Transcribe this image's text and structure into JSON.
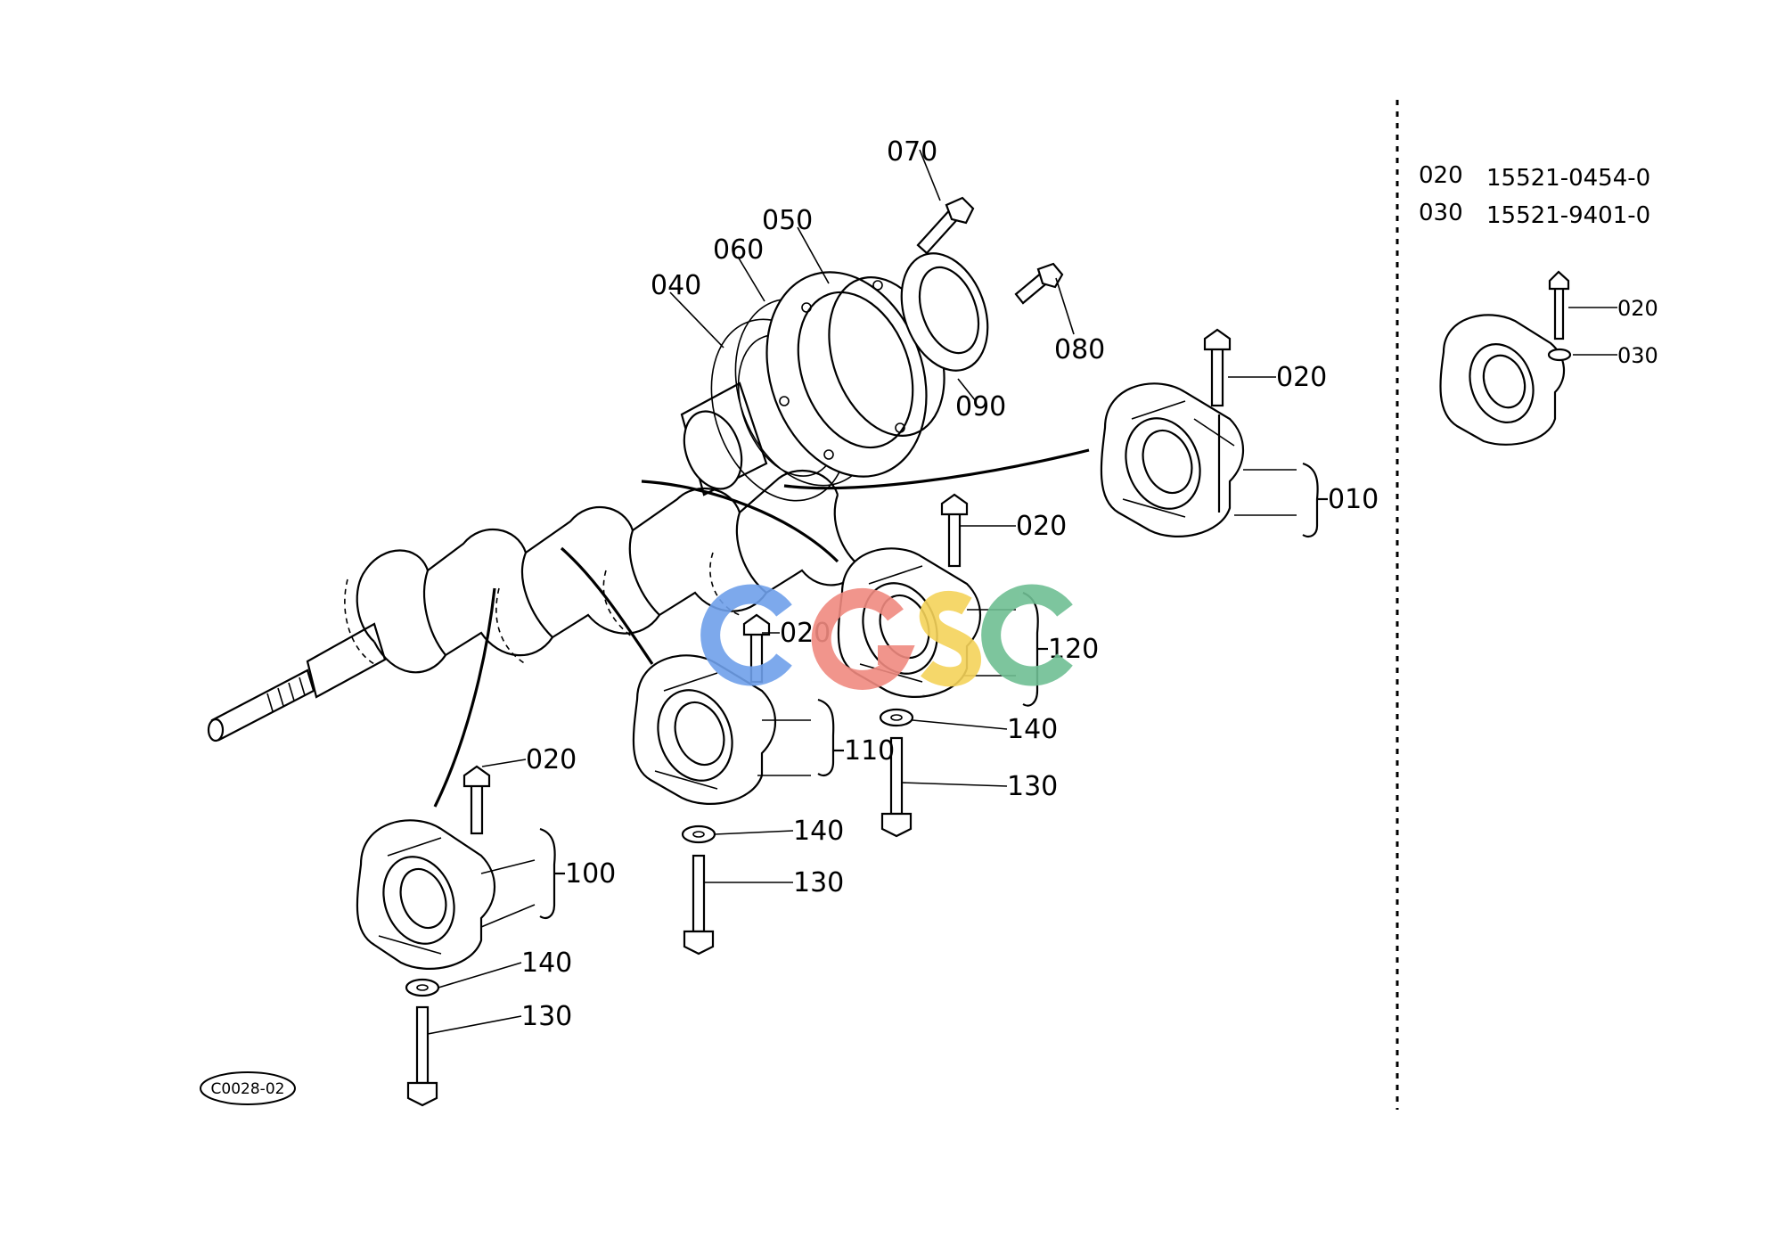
{
  "diagram_code": "C0028-02",
  "watermark": "CGSC",
  "watermark_colors": [
    "#6fa0ea",
    "#f08a80",
    "#f5d35a",
    "#6fbf93"
  ],
  "labels": {
    "p010": "010",
    "p020_main": "020",
    "p020_b": "020",
    "p020_c": "020",
    "p020_d": "020",
    "p040": "040",
    "p050": "050",
    "p060": "060",
    "p070": "070",
    "p080": "080",
    "p090": "090",
    "p100": "100",
    "p110": "110",
    "p120": "120",
    "p130_a": "130",
    "p130_b": "130",
    "p130_c": "130",
    "p140_a": "140",
    "p140_b": "140",
    "p140_c": "140",
    "inset_020": "020",
    "inset_030": "030"
  },
  "parts_table": [
    {
      "ref": "020",
      "part_number": "15521-0454-0"
    },
    {
      "ref": "030",
      "part_number": "15521-9401-0"
    }
  ]
}
